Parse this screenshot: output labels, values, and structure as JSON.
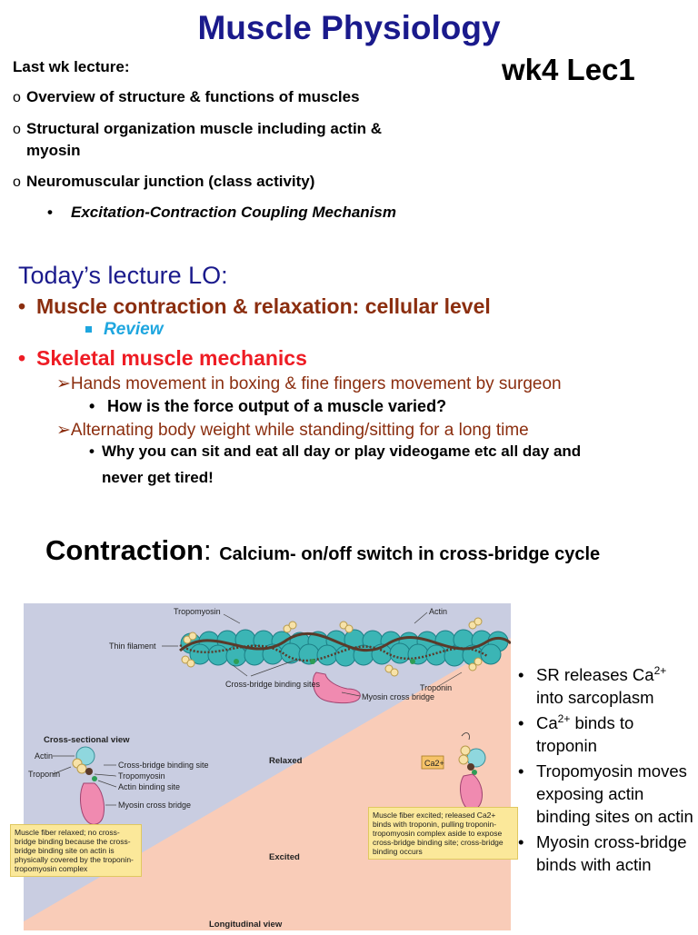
{
  "title": "Muscle Physiology",
  "week_label": "wk4 Lec1",
  "last_week": {
    "heading": "Last wk lecture:",
    "items": [
      "Overview of structure & functions of muscles",
      "Structural organization muscle including actin &",
      "myosin",
      "Neuromuscular junction (class activity)"
    ],
    "sub_item": "Excitation-Contraction Coupling Mechanism",
    "marker": "o"
  },
  "today": {
    "heading": "Today’s lecture LO:",
    "topic1": "Muscle contraction & relaxation: cellular level",
    "topic1_review": "Review",
    "topic2": "Skeletal muscle mechanics",
    "point1": "Hands movement in boxing & fine fingers movement by surgeon",
    "question1": "How is the force output of a muscle varied?",
    "point2": "Alternating body weight while standing/sitting for a long time",
    "question2_line1": "Why you can sit and eat all day or play videogame etc all day and",
    "question2_line2": "never get tired!"
  },
  "contraction": {
    "heading": "Contraction",
    "colon": ":",
    "subheading": "Calcium- on/off switch in cross-bridge cycle"
  },
  "figure": {
    "labels": {
      "tropomyosin": "Tropomyosin",
      "actin": "Actin",
      "thin_filament": "Thin filament",
      "cross_bridge_binding_sites": "Cross-bridge binding sites",
      "troponin": "Troponin",
      "myosin_cross_bridge": "Myosin cross bridge",
      "cross_sectional_view": "Cross-sectional view",
      "relaxed": "Relaxed",
      "excited": "Excited",
      "longitudinal_view": "Longitudinal view",
      "cs_actin": "Actin",
      "cs_troponin": "Troponin",
      "cs_binding_site": "Cross-bridge binding site",
      "cs_tropomyosin": "Tropomyosin",
      "cs_actin_binding_site": "Actin binding site",
      "cs_myosin_cross_bridge": "Myosin cross bridge",
      "ca": "Ca2+"
    },
    "note_relaxed": "Muscle fiber relaxed; no cross-bridge binding because the cross-bridge binding site on actin is physically covered by the troponin-tropomyosin complex",
    "note_excited": "Muscle fiber excited; released Ca2+ binds with troponin, pulling troponin-tropomyosin complex aside to expose cross-bridge binding site; cross-bridge binding occurs"
  },
  "side_points": {
    "p1_a": "SR releases Ca",
    "p1_sup": "2+",
    "p1_b": " into sarcoplasm",
    "p2_a": "Ca",
    "p2_sup": "2+",
    "p2_b": " binds to troponin",
    "p3": "Tropomyosin moves exposing actin binding sites on actin",
    "p4": "Myosin cross-bridge binds with actin"
  },
  "colors": {
    "title": "#1a1a8c",
    "topic": "#8b2e0f",
    "highlight": "#ee1c24",
    "review": "#1ea6df"
  }
}
